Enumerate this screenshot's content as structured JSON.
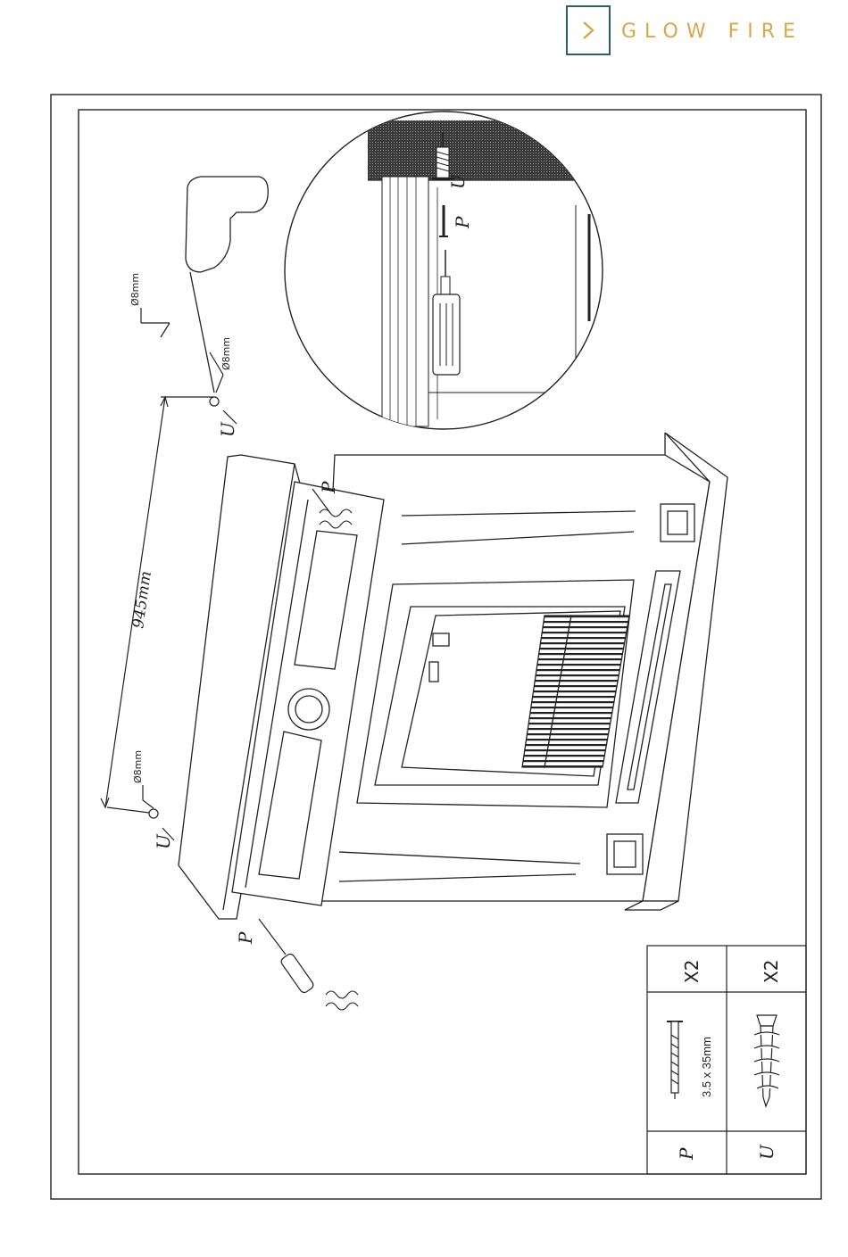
{
  "brand": {
    "name": "GLOW FIRE",
    "accent_color": "#d9a74a",
    "box_color": "#2f5f66",
    "icon": "chevron-right-icon"
  },
  "drawing": {
    "dimension_label": "945mm",
    "drill_label": "Ø8mm",
    "callout_p": "P",
    "callout_u": "U"
  },
  "parts_table": [
    {
      "code": "P",
      "spec": "3.5 x 35mm",
      "qty": "X2",
      "icon": "screw-icon"
    },
    {
      "code": "U",
      "spec": "",
      "qty": "X2",
      "icon": "wall-anchor-icon"
    }
  ]
}
